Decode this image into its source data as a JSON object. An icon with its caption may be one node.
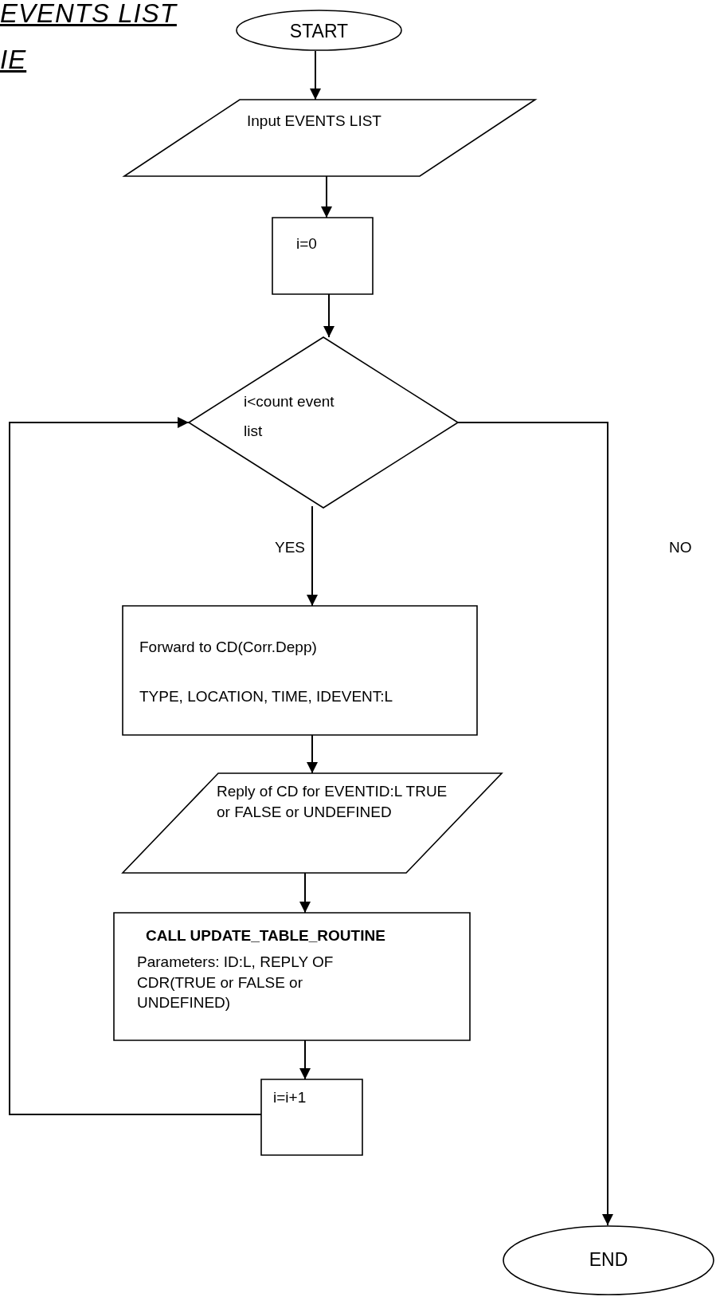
{
  "diagram": {
    "nodes": [
      {
        "text": [
          "START"
        ]
      },
      {
        "text": [
          "Input EVENTS LIST"
        ]
      },
      {
        "text": [
          "i=0"
        ]
      },
      {
        "text": [
          "i<count event list"
        ]
      },
      {
        "text": [
          "Forward to CD(Corr.Depp)",
          "TYPE, LOCATION, TIME, IDEVENT:L"
        ]
      },
      {
        "text": [
          "Reply of CD for EVENTID:L TRUE or FALSE or UNDEFINED"
        ]
      },
      {
        "text": [
          "CALL UPDATE_TABLE_ROUTINE",
          "Parameters: ID:L, REPLY OF CDR(TRUE or FALSE or UNDEFINED)"
        ]
      },
      {
        "text": [
          "i=i+1"
        ]
      },
      {
        "text": [
          "END"
        ]
      }
    ],
    "edges": [
      {
        "from": 0,
        "to": 1,
        "arrow": "to"
      },
      {
        "from": 1,
        "to": 2,
        "arrow": "to"
      },
      {
        "from": 2,
        "to": 3,
        "arrow": "to"
      },
      {
        "from": 3,
        "to": 4,
        "arrow": "to",
        "label": "YES"
      },
      {
        "from": 4,
        "to": 5,
        "arrow": "to"
      },
      {
        "from": 5,
        "to": 6,
        "arrow": "to"
      },
      {
        "from": 6,
        "to": 7,
        "arrow": "to"
      },
      {
        "from": 7,
        "to": 3,
        "arrow": "to"
      },
      {
        "from": 3,
        "to": 8,
        "arrow": "to",
        "label": "NO"
      }
    ],
    "labels": [
      "EVENTS LIST",
      "IE"
    ]
  }
}
